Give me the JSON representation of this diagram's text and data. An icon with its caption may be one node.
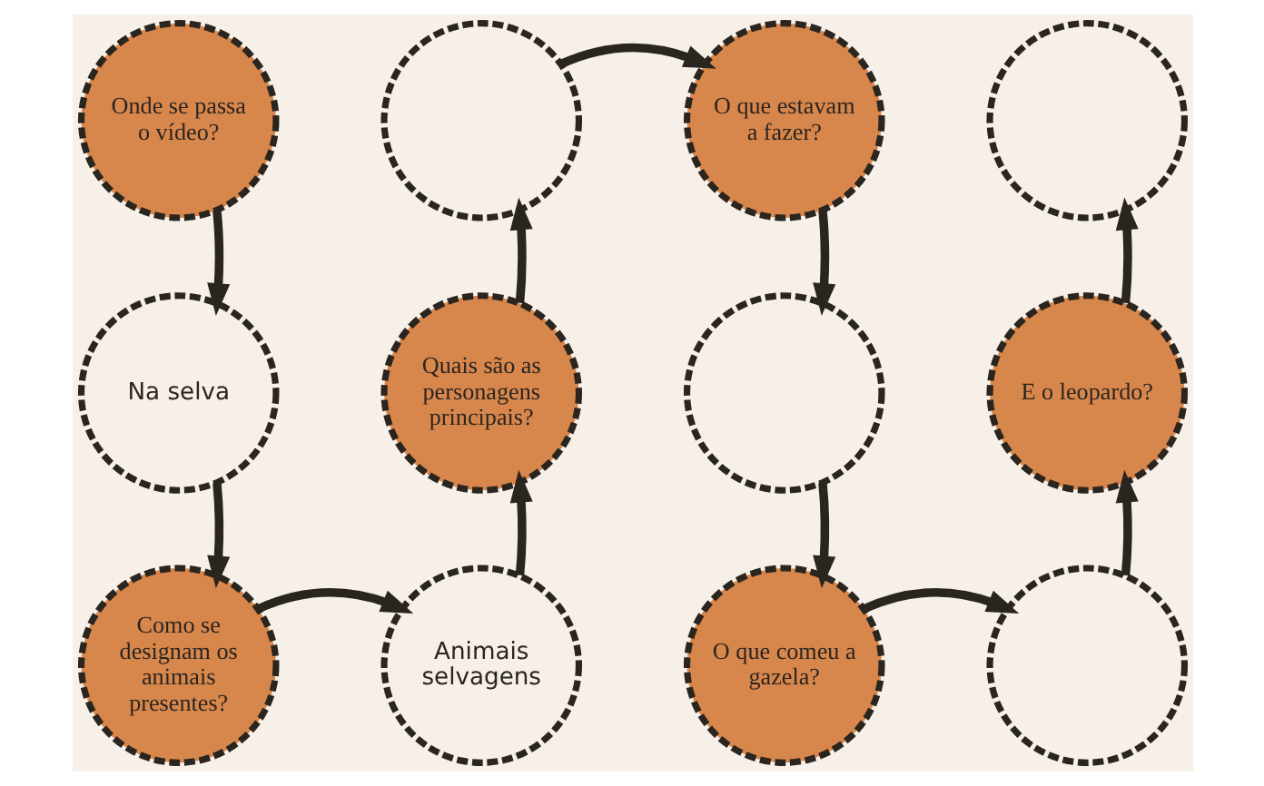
{
  "diagram": {
    "nodes": [
      {
        "text": [
          "Onde se passa o vídeo?"
        ]
      },
      {
        "text": [],
        "shape": "circle"
      },
      {
        "text": [
          "O que estavam a fazer?"
        ]
      },
      {
        "text": [],
        "shape": "circle"
      },
      {
        "text": [
          "Na selva"
        ]
      },
      {
        "text": [
          "Quais são as personagens principais?"
        ]
      },
      {
        "text": [],
        "shape": "circle"
      },
      {
        "text": [
          "E o leopardo?"
        ]
      },
      {
        "text": [
          "Como se designam os animais presentes?"
        ]
      },
      {
        "text": [
          "Animais selvagens"
        ]
      },
      {
        "text": [
          "O que comeu a gazela?"
        ]
      },
      {
        "text": [],
        "shape": "circle"
      }
    ],
    "edges": [
      {
        "from": 0,
        "to": 4,
        "arrow": "to"
      },
      {
        "from": 4,
        "to": 8,
        "arrow": "to"
      },
      {
        "from": 8,
        "to": 9,
        "arrow": "to"
      },
      {
        "from": 9,
        "to": 5,
        "arrow": "to"
      },
      {
        "from": 5,
        "to": 1,
        "arrow": "to"
      },
      {
        "from": 1,
        "to": 2,
        "arrow": "to"
      },
      {
        "from": 2,
        "to": 6,
        "arrow": "to"
      },
      {
        "from": 6,
        "to": 10,
        "arrow": "to"
      },
      {
        "from": 10,
        "to": 11,
        "arrow": "to"
      },
      {
        "from": 11,
        "to": 7,
        "arrow": "to"
      },
      {
        "from": 7,
        "to": 3,
        "arrow": "to"
      }
    ]
  }
}
